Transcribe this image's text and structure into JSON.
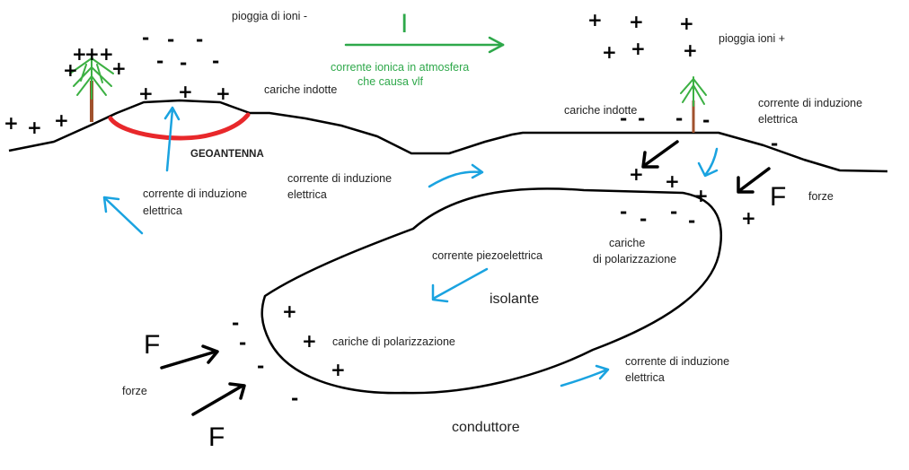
{
  "labels": {
    "rain_negative": "pioggia di ioni -",
    "rain_positive": "pioggia ioni +",
    "atm_current_line1": "corrente ionica in atmosfera",
    "atm_current_line2": "che causa vlf",
    "current_symbol": "I",
    "induced_charges_left": "cariche indotte",
    "induced_charges_right": "cariche indotte",
    "induction_right_line1": "corrente di induzione",
    "induction_right_line2": "elettrica",
    "geoantenna": "GEOANTENNA",
    "induction_mid_line1": "corrente di induzione",
    "induction_mid_line2": "elettrica",
    "induction_left_line1": "corrente di induzione",
    "induction_left_line2": "elettrica",
    "forces_right": "forze",
    "force_symbol": "F",
    "polarization_right_line1": "cariche",
    "polarization_right_line2": "di polarizzazione",
    "piezo_current": "corrente piezoelettrica",
    "insulator": "isolante",
    "polarization_left": "cariche di polarizzazione",
    "forces_left": "forze",
    "induction_bottom_line1": "corrente di induzione",
    "induction_bottom_line2": "elettrica",
    "conductor": "conduttore",
    "plus_sign": "+",
    "minus_sign": "-"
  },
  "colors": {
    "ground_line": "#000000",
    "antenna_red": "#e8282b",
    "current_blue": "#1aa3e0",
    "atmosphere_green": "#2ea84a",
    "tree_trunk": "#a0522d",
    "tree_leaves": "#3cb043"
  }
}
